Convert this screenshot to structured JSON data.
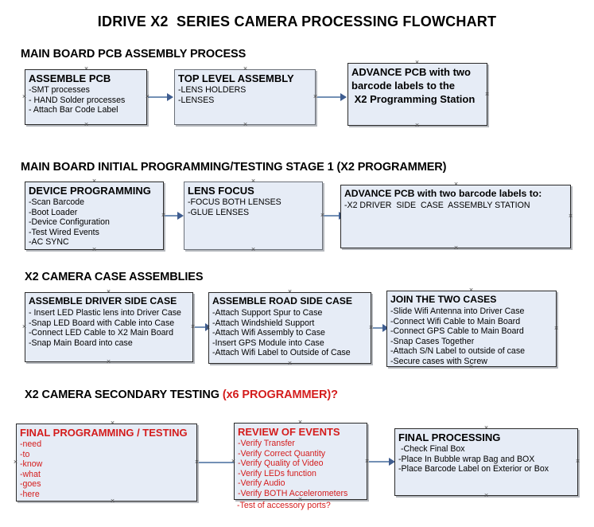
{
  "document": {
    "title": "IDRIVE X2  SERIES CAMERA PROCESSING FLOWCHART"
  },
  "sections": [
    {
      "id": "main-board-pcb-assembly",
      "title": "MAIN BOARD PCB ASSEMBLY PROCESS",
      "boxes": [
        {
          "id": "assemble-pcb",
          "heading": "ASSEMBLE PCB",
          "lines": [
            "-SMT processes",
            "- HAND Solder processes",
            "- Attach Bar Code Label"
          ],
          "color": "black"
        },
        {
          "id": "top-level-assembly",
          "heading": "TOP LEVEL ASSEMBLY",
          "lines": [
            "-LENS HOLDERS",
            "-LENSES"
          ],
          "color": "black"
        },
        {
          "id": "advance-pcb-to-x2-programming-station",
          "heading": "ADVANCE PCB with two",
          "lines": [
            "barcode labels to the",
            " X2 Programming Station"
          ],
          "color": "black",
          "all_bold": true
        }
      ]
    },
    {
      "id": "main-board-initial-programming",
      "title": "MAIN BOARD INITIAL PROGRAMMING/TESTING STAGE 1 (X2 PROGRAMMER)",
      "boxes": [
        {
          "id": "device-programming",
          "heading": "DEVICE PROGRAMMING",
          "lines": [
            "-Scan Barcode",
            "-Boot Loader",
            "-Device Configuration",
            "-Test Wired Events",
            "-AC SYNC"
          ],
          "color": "black"
        },
        {
          "id": "lens-focus",
          "heading": "LENS FOCUS",
          "lines": [
            "-FOCUS BOTH LENSES",
            "-GLUE LENSES"
          ],
          "color": "black"
        },
        {
          "id": "advance-pcb-to-driver-side-case-station",
          "heading": "ADVANCE PCB with two barcode labels to:",
          "lines": [
            "-X2 DRIVER  SIDE  CASE  ASSEMBLY STATION"
          ],
          "color": "black"
        }
      ]
    },
    {
      "id": "x2-camera-case-assemblies",
      "title": "X2 CAMERA CASE ASSEMBLIES",
      "boxes": [
        {
          "id": "assemble-driver-side-case",
          "heading": "ASSEMBLE DRIVER SIDE CASE",
          "lines": [
            "- Insert LED Plastic lens into Driver Case",
            "-Snap LED Board with Cable into Case",
            "-Connect LED Cable to X2 Main Board",
            "-Snap Main Board into case"
          ],
          "color": "black"
        },
        {
          "id": "assemble-road-side-case",
          "heading": "ASSEMBLE ROAD SIDE CASE",
          "lines": [
            "-Attach Support Spur to Case",
            "-Attach Windshield Support",
            "-Attach Wifi Assembly to Case",
            "-Insert GPS Module into Case",
            "-Attach Wifi Label to Outside of Case"
          ],
          "color": "black"
        },
        {
          "id": "join-the-two-cases",
          "heading": "JOIN THE TWO CASES",
          "lines": [
            "-Slide Wifi Antenna into Driver Case",
            "-Connect Wifi Cable to Main Board",
            "-Connect GPS Cable to Main Board",
            "-Snap Cases Together",
            "-Attach S/N Label to outside of case",
            "-Secure cases with Screw"
          ],
          "color": "black"
        }
      ]
    },
    {
      "id": "x2-camera-secondary-testing",
      "title": "X2 CAMERA SECONDARY TESTING ",
      "title_red": "(x6 PROGRAMMER)?",
      "boxes": [
        {
          "id": "final-programming-testing",
          "heading": "FINAL PROGRAMMING / TESTING",
          "lines": [
            "-need",
            "-to",
            "-know",
            "-what",
            "-goes",
            "-here"
          ],
          "color": "red"
        },
        {
          "id": "review-of-events",
          "heading": "REVIEW OF EVENTS",
          "lines": [
            "-Verify Transfer",
            "-Verify Correct Quantity",
            "-Verify Quality of Video",
            "-Verify LEDs function",
            "-Verify Audio",
            "-Verify BOTH Accelerometers"
          ],
          "overflow_line": "-Test of accessory ports?",
          "color": "red"
        },
        {
          "id": "final-processing",
          "heading": "FINAL PROCESSING",
          "lines": [
            " -Check Final Box",
            "-Place In Bubble wrap Bag and BOX",
            "-Place Barcode Label on Exterior or Box"
          ],
          "color": "black"
        }
      ]
    }
  ],
  "colors": {
    "box_fill": "#e6ecf6",
    "box_border": "#2a2a2a",
    "connector": "#7390b5",
    "red_text": "#d41c1c",
    "text": "#000000"
  },
  "connectors": [
    {
      "id": "assemble-pcb-to-top-level-assembly"
    },
    {
      "id": "top-level-assembly-to-advance-pcb"
    },
    {
      "id": "device-programming-to-lens-focus"
    },
    {
      "id": "lens-focus-to-advance-pcb"
    },
    {
      "id": "driver-side-case-to-road-side-case"
    },
    {
      "id": "road-side-case-to-join-two-cases"
    },
    {
      "id": "final-programming-to-review-of-events"
    },
    {
      "id": "review-of-events-to-final-processing"
    }
  ]
}
